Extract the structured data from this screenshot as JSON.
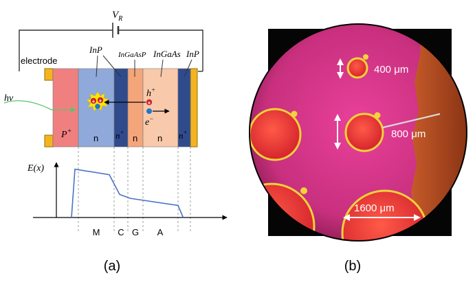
{
  "panel_a": {
    "caption": "(a)",
    "bias": {
      "symbol": "V",
      "subscript": "R"
    },
    "electrode_label": "electrode",
    "layer_labels": {
      "inp_left": "InP",
      "ingaasp": "InGaAsP",
      "ingaas": "InGaAs",
      "inp_right": "InP"
    },
    "photon": "hν",
    "hole": {
      "symbol": "h",
      "charge": "+"
    },
    "electron": {
      "symbol": "e",
      "charge": "−"
    },
    "layers": [
      {
        "text": "P",
        "sup": "+",
        "color": "#f08080"
      },
      {
        "text": "n",
        "sup": "",
        "color": "#8fa9da"
      },
      {
        "text": "n",
        "sup": "+",
        "color": "#2f4b8c"
      },
      {
        "text": "n",
        "sup": "",
        "color": "#f4a57a"
      },
      {
        "text": "n",
        "sup": "",
        "color": "#f8c9aa"
      },
      {
        "text": "n",
        "sup": "+",
        "color": "#2f4b8c"
      }
    ],
    "plot_ylabel": "E(x)",
    "region_labels": [
      "M",
      "C",
      "G",
      "A"
    ],
    "field_profile": {
      "x": [
        0.0,
        0.02,
        0.22,
        0.28,
        0.34,
        0.62,
        0.65
      ],
      "E": [
        0.0,
        0.88,
        0.78,
        0.42,
        0.35,
        0.22,
        0.0
      ]
    }
  },
  "panel_b": {
    "caption": "(b)",
    "scale_labels": [
      "400 μm",
      "800 μm",
      "1600 μm"
    ]
  }
}
